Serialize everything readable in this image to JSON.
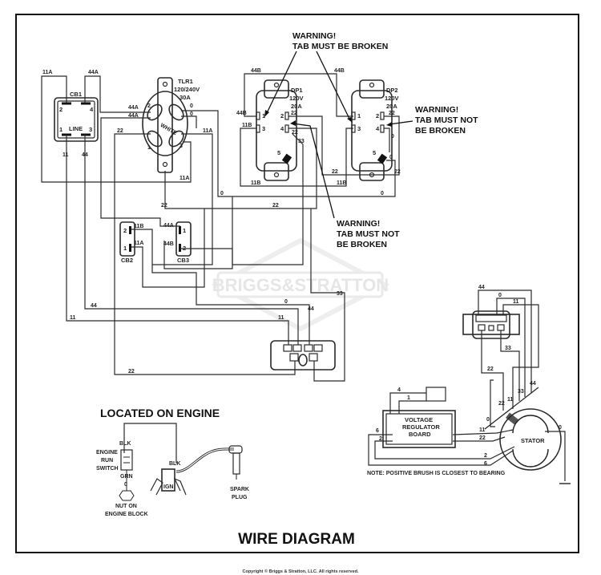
{
  "title": "WIRE DIAGRAM",
  "copyright": "Copyright © Briggs & Stratton, LLC. All rights reserved.",
  "watermark": "BRIGGS&STRATTON",
  "warnings": [
    {
      "lines": [
        "WARNING!",
        "TAB MUST BE BROKEN"
      ]
    },
    {
      "lines": [
        "WARNING!",
        "TAB MUST NOT",
        "BE BROKEN"
      ]
    },
    {
      "lines": [
        "WARNING!",
        "TAB MUST NOT",
        "BE BROKEN"
      ]
    }
  ],
  "components": {
    "cb1": {
      "name": "CB1",
      "line": "LINE",
      "terminals": [
        "2",
        "4",
        "1",
        "3"
      ]
    },
    "tlr1": {
      "name": "TLR1",
      "rating": "120/240V",
      "amps": "30A",
      "terminals": [
        "2",
        "1",
        "3"
      ],
      "white": "WHITE"
    },
    "dp1": {
      "name": "DP1",
      "voltage": "120V",
      "amps": "20A",
      "terminals": [
        "1",
        "3",
        "2",
        "4",
        "5"
      ]
    },
    "dp2": {
      "name": "DP2",
      "voltage": "120V",
      "amps": "20A",
      "terminals": [
        "1",
        "3",
        "2",
        "4",
        "5"
      ]
    },
    "cb2": {
      "name": "CB2",
      "terminals": [
        "2",
        "1"
      ]
    },
    "cb3": {
      "name": "CB3",
      "terminals": [
        "1",
        "2"
      ]
    },
    "regulator": {
      "lines": [
        "VOLTAGE",
        "REGULATOR",
        "BOARD"
      ]
    },
    "stator": {
      "name": "STATOR"
    }
  },
  "wire_labels": [
    "11A",
    "44A",
    "11",
    "44",
    "44A",
    "44A",
    "22",
    "0",
    "0",
    "11A",
    "11A",
    "44B",
    "44B",
    "44B",
    "11B",
    "22",
    "22",
    "33",
    "22",
    "22",
    "11B",
    "11B",
    "0",
    "0",
    "22",
    "22",
    "22",
    "0",
    "0",
    "11B",
    "11A",
    "44A",
    "44B",
    "33",
    "0",
    "44",
    "44",
    "11",
    "11",
    "22"
  ],
  "right_labels": [
    "44",
    "0",
    "11",
    "33",
    "22",
    "0",
    "22",
    "11",
    "33",
    "44",
    "4",
    "1",
    "6",
    "2",
    "11",
    "22",
    "2",
    "6",
    "0"
  ],
  "note": "NOTE: POSITIVE BRUSH IS CLOSEST TO BEARING",
  "engine": {
    "header": "LOCATED ON ENGINE",
    "blk1": "BLK",
    "switch_lines": [
      "ENGINE",
      "RUN",
      "SWITCH"
    ],
    "grn": "GRN",
    "zero": "0",
    "nut_lines": [
      "NUT ON",
      "ENGINE BLOCK"
    ],
    "blk2": "BLK",
    "ign": "IGN",
    "plug_lines": [
      "SPARK",
      "PLUG"
    ]
  }
}
